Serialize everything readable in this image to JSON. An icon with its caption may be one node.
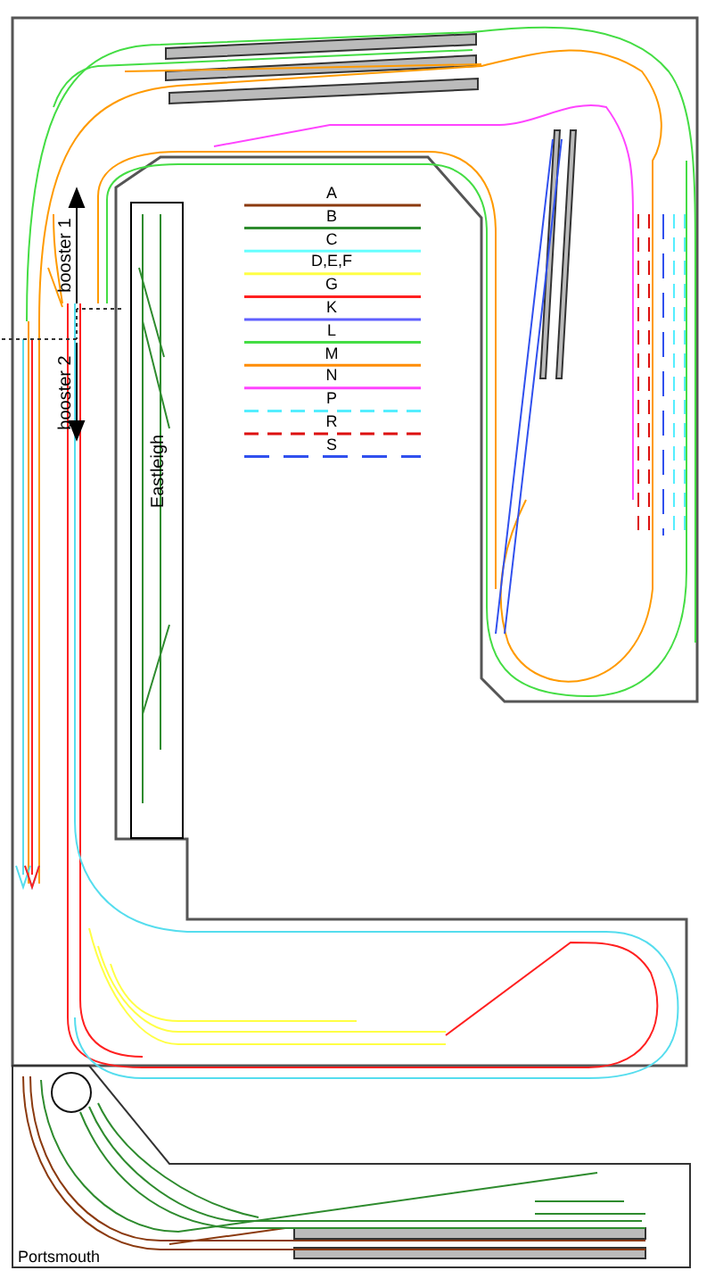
{
  "diagram": {
    "nodes": [
      {
        "text": [
          "Eastleigh"
        ]
      }
    ],
    "labels": [
      "booster 1",
      "booster 2",
      "Portsmouth"
    ],
    "legend": [
      {
        "text": "A"
      },
      {
        "text": "B"
      },
      {
        "text": "C"
      },
      {
        "text": "D,E,F"
      },
      {
        "text": "G"
      },
      {
        "text": "K"
      },
      {
        "text": "L"
      },
      {
        "text": "M"
      },
      {
        "text": "N"
      },
      {
        "text": "P"
      },
      {
        "text": "R"
      },
      {
        "text": "S"
      }
    ]
  }
}
